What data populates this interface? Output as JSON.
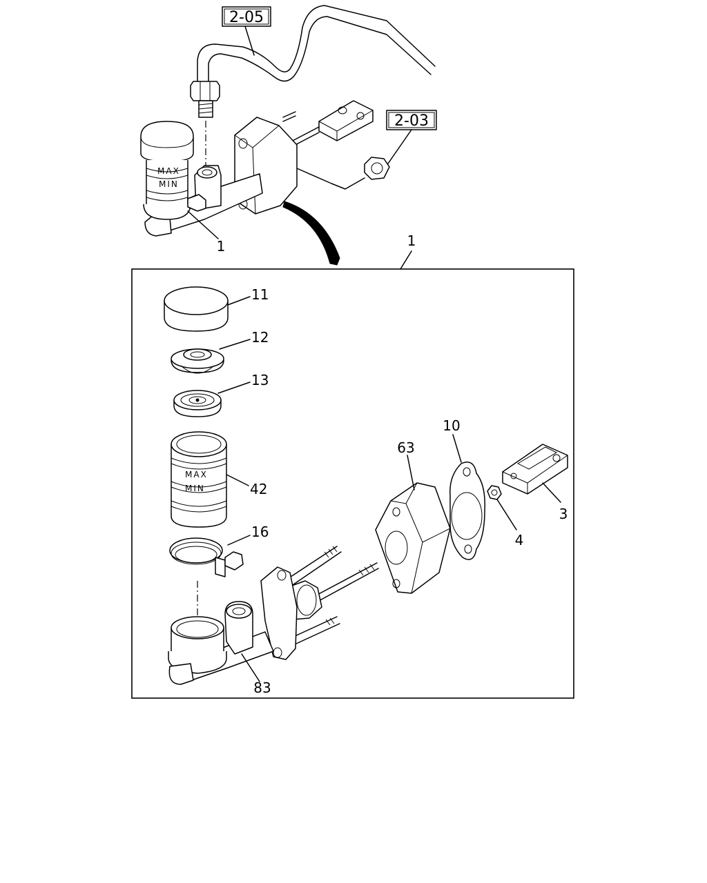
{
  "references": {
    "pipe": "2-05",
    "clevis_group": "2-03"
  },
  "embossing": {
    "max": "MAX",
    "min": "MIN"
  },
  "callouts": {
    "assembly_top": "1",
    "assembly_box": "1",
    "cap": "11",
    "diaphragm": "12",
    "seal_plate": "13",
    "reservoir": "42",
    "clamp": "16",
    "cylinder_body": "83",
    "spacer": "63",
    "gasket": "10",
    "nut": "4",
    "clevis": "3"
  }
}
